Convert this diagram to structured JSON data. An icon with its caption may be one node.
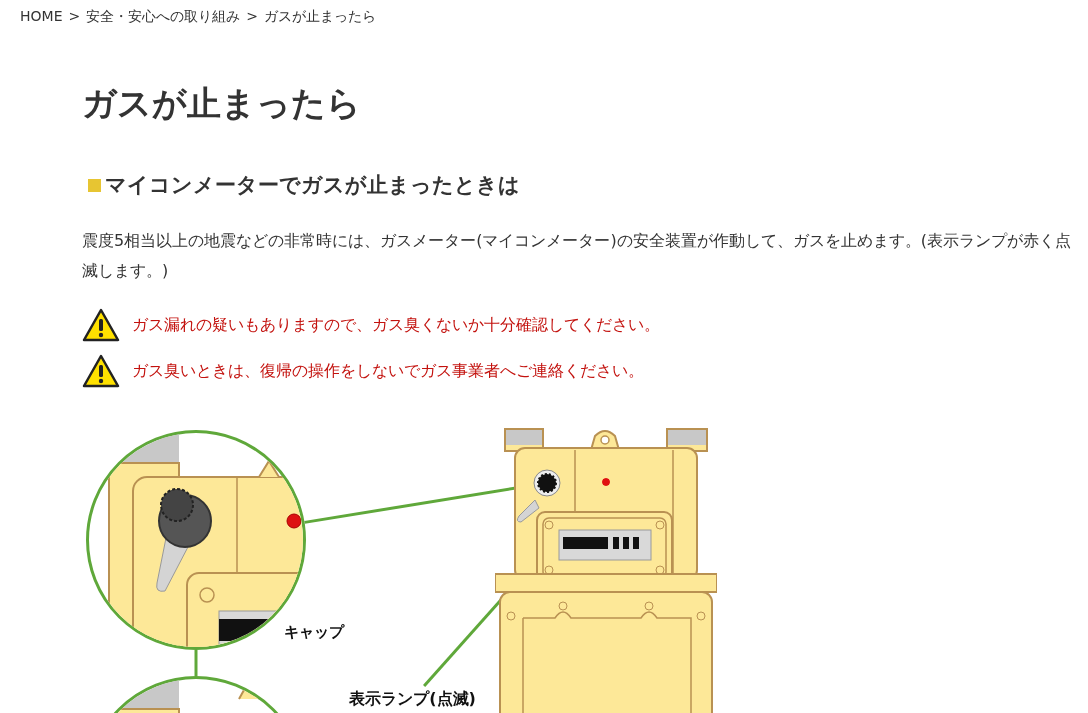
{
  "diagram": {
    "title": "ガスが止まったら",
    "nodes": [
      {
        "text": [],
        "shape": "circle"
      },
      {
        "text": [],
        "shape": "picture"
      },
      {
        "text": [],
        "shape": "circle",
        "in": 1
      },
      {
        "text": [],
        "shape": "circle",
        "in": 1
      },
      {
        "text": [
          "表示ランプ(点滅)"
        ]
      },
      {
        "text": [],
        "shape": "circle"
      }
    ],
    "edges": [
      {
        "from": 0,
        "to": 2,
        "arrow": "none"
      },
      {
        "from": 4,
        "to": 3,
        "arrow": "none"
      },
      {
        "from": 0,
        "to": 5,
        "arrow": "none"
      }
    ],
    "labels": [
      "HOME",
      ">",
      "安全・安心への取り組み",
      ">",
      "ガスが止まったら",
      "マイコンメーターでガスが止まったときは",
      "震度5相当以上の地震などの非常時には、ガスメーター(マイコンメーター)の安全装置が作動して、ガスを止めます。(表示ランプが赤く点滅します。)",
      "ガス漏れの疑いもありますので、ガス臭くないか十分確認してください。",
      "ガス臭いときは、復帰の操作をしないでガス事業者へご連絡ください。",
      "キャップ"
    ]
  }
}
